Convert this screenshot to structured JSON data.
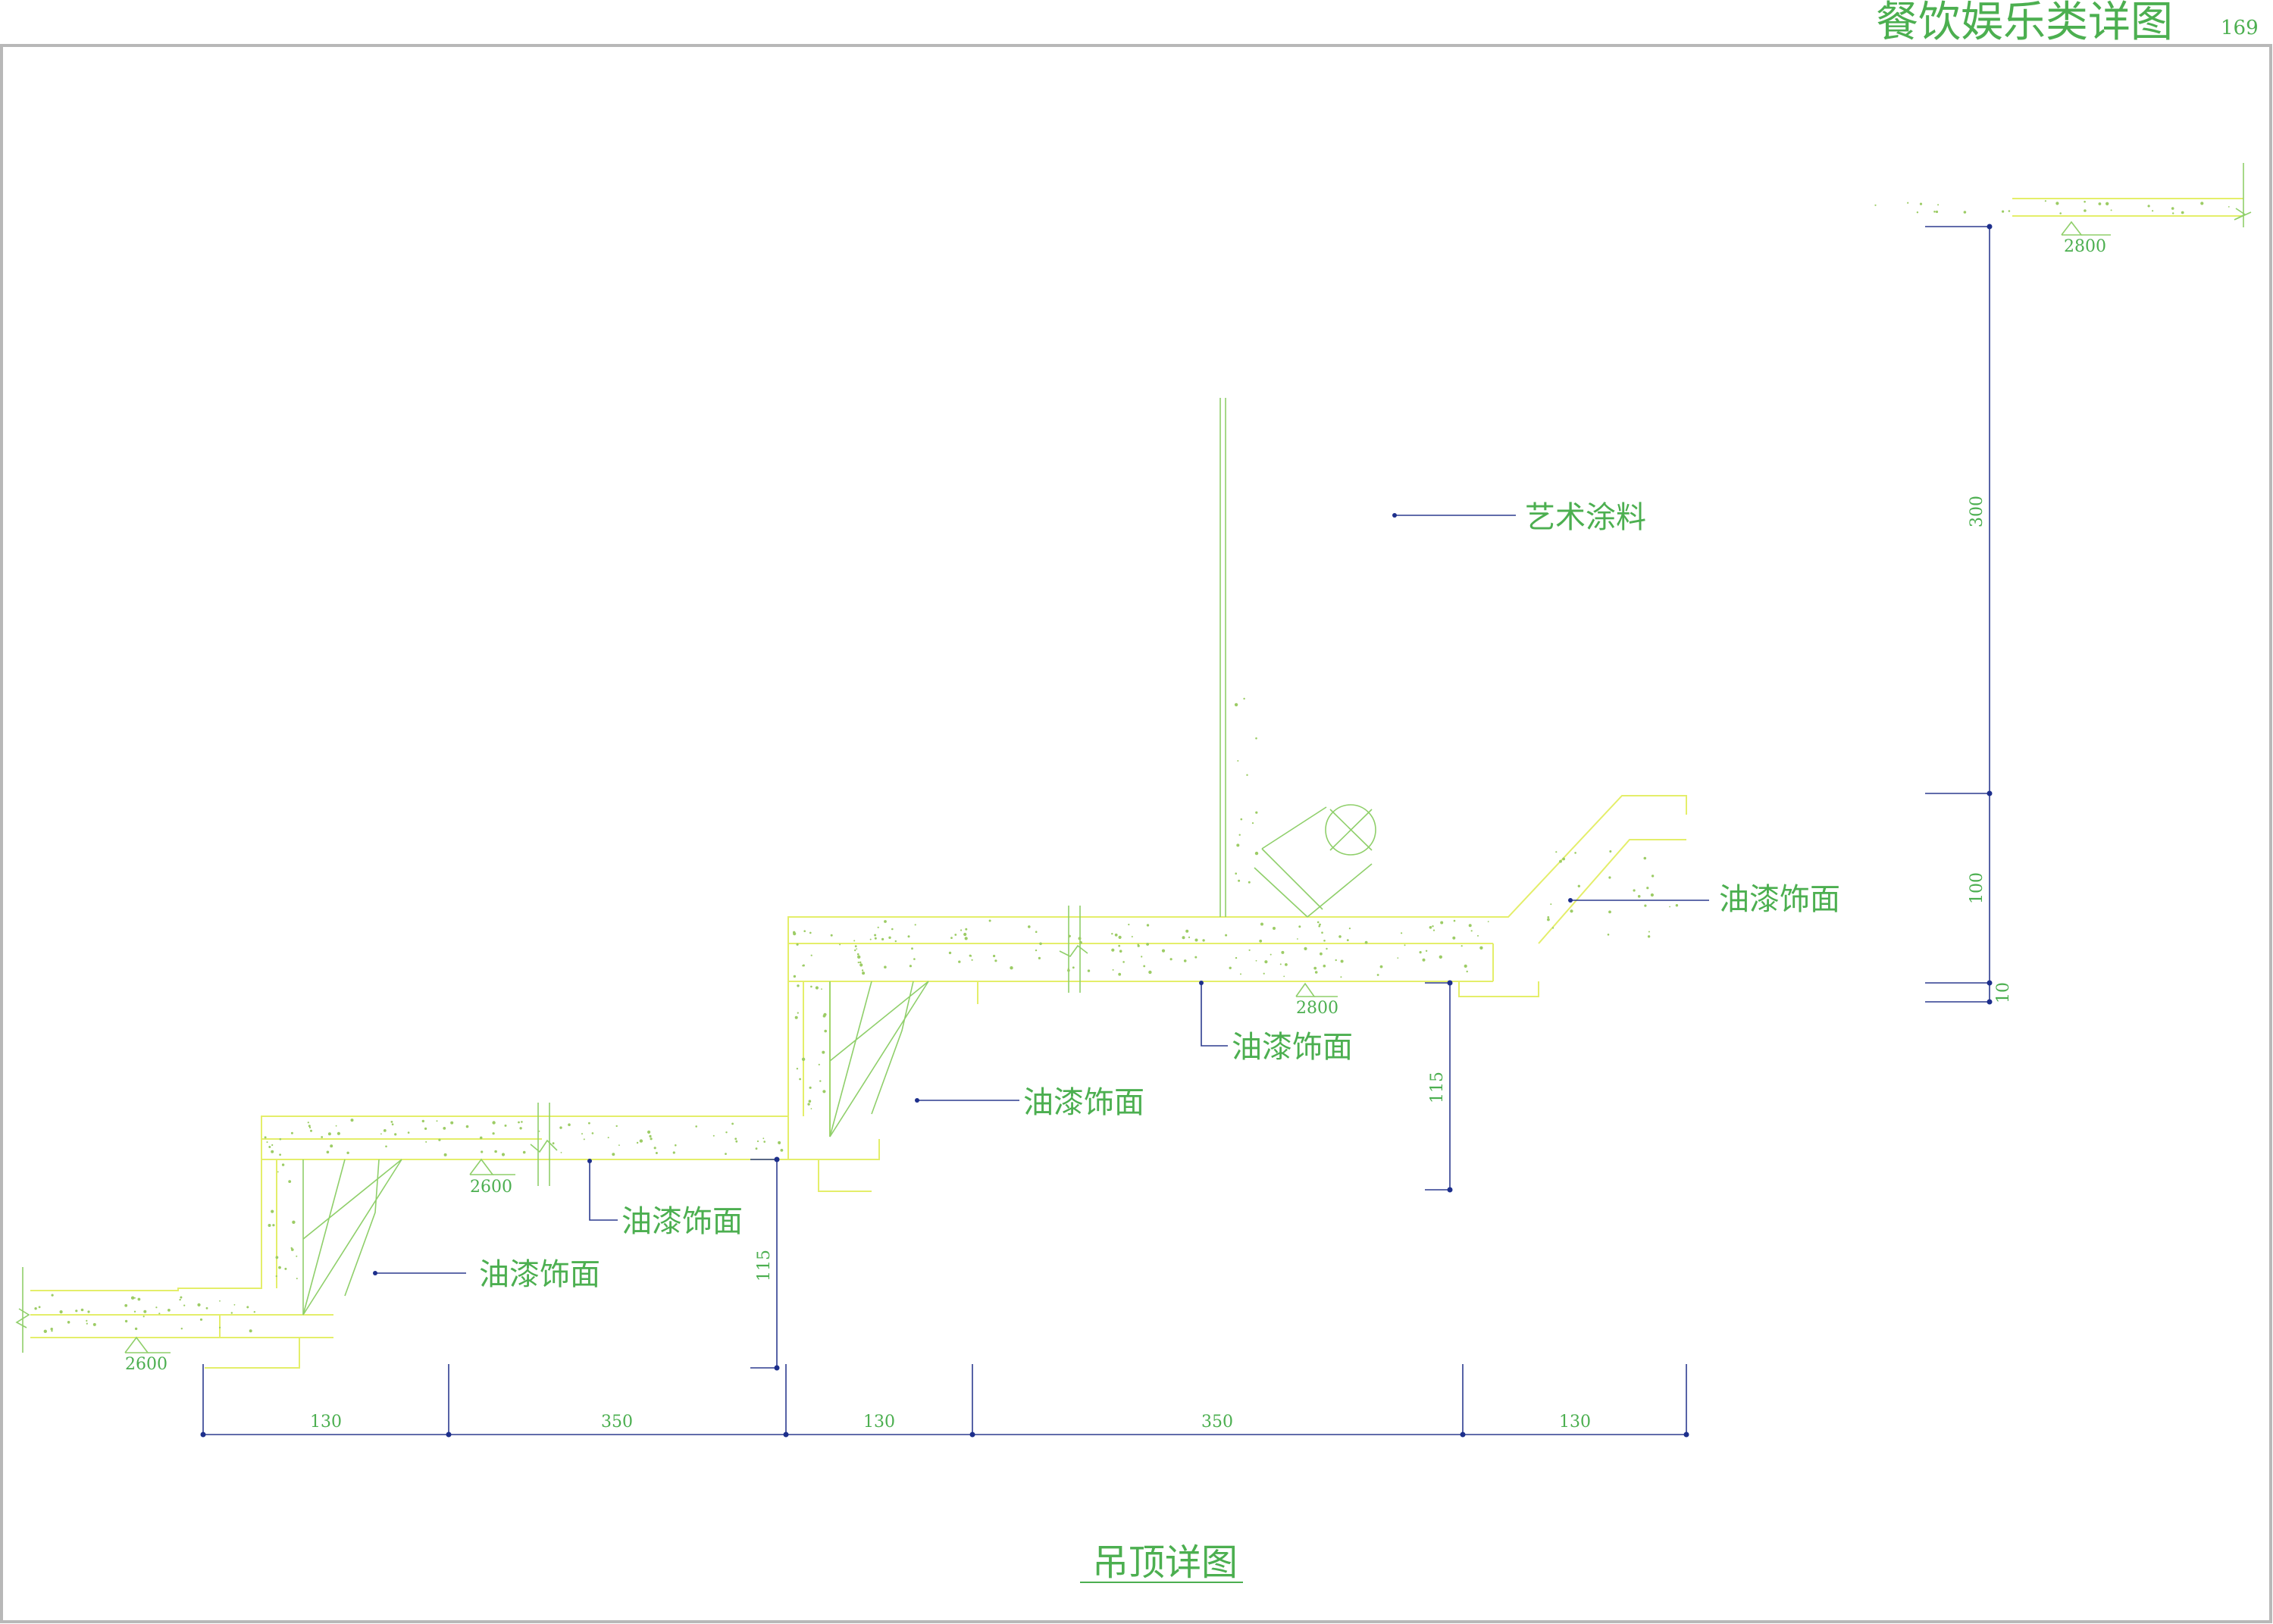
{
  "header": {
    "title": "餐饮娱乐类详图",
    "page_number": "169"
  },
  "drawing": {
    "title": "吊顶详图",
    "annotations": {
      "art_coating": "艺术涂料",
      "paint_finish": "油漆饰面"
    },
    "elevations": {
      "e2800": "2800",
      "e2600": "2600"
    },
    "dimensions": {
      "horizontal": [
        "130",
        "350",
        "130",
        "350",
        "130"
      ],
      "vertical_300": "300",
      "vertical_100": "100",
      "vertical_10": "10",
      "drop_115": "115"
    }
  },
  "colors": {
    "text": "#4caf50",
    "slab_outline": "#e4ee6a",
    "leader": "#2d3c8f",
    "frame": "#b8b8b8"
  }
}
